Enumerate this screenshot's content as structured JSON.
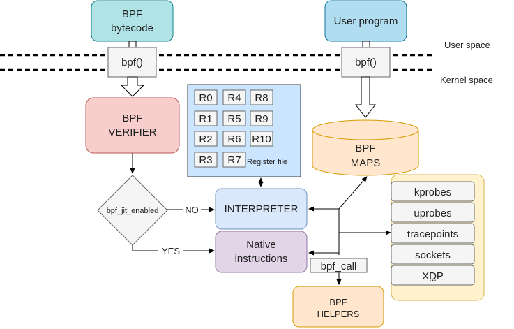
{
  "nodes": {
    "bytecode": {
      "line1": "BPF",
      "line2": "bytecode"
    },
    "user_program": {
      "label": "User program"
    },
    "bpf_call_left": {
      "label": "bpf()"
    },
    "bpf_call_right": {
      "label": "bpf()"
    },
    "verifier": {
      "line1": "BPF",
      "line2": "VERIFIER"
    },
    "decision": {
      "label": "bpf_jit_enabled"
    },
    "interpreter": {
      "label": "INTERPRETER"
    },
    "native": {
      "line1": "Native",
      "line2": "instructions"
    },
    "maps": {
      "line1": "BPF",
      "line2": "MAPS"
    },
    "helpers": {
      "line1": "BPF",
      "line2": "HELPERS"
    },
    "bpf_call_edge": {
      "label": "bpf_call"
    }
  },
  "spaces": {
    "user": "User space",
    "kernel": "Kernel space"
  },
  "edges": {
    "no": "NO",
    "yes": "YES"
  },
  "register_file": {
    "caption": "Register file",
    "registers": [
      "R0",
      "R4",
      "R8",
      "R1",
      "R5",
      "R9",
      "R2",
      "R6",
      "R10",
      "R3",
      "R7"
    ]
  },
  "hooks": [
    "kprobes",
    "uprobes",
    "tracepoints",
    "sockets",
    "XDP",
    "..."
  ],
  "colors": {
    "teal": "#b0e3e6",
    "blue": "#b1ddf0",
    "red": "#f8cecc",
    "lavender": "#dae8fc",
    "purple": "#e1d5e7",
    "orange": "#ffe6cc",
    "yellow_bg": "#fff2cc"
  }
}
